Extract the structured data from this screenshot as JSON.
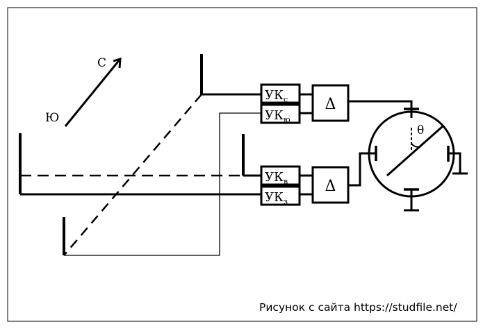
{
  "compass": {
    "north": "С",
    "south": "Ю"
  },
  "blocks": {
    "uk_north": {
      "base": "УК",
      "sub": "с"
    },
    "uk_south": {
      "base": "УК",
      "sub": "ю"
    },
    "uk_east": {
      "base": "УК",
      "sub": "в"
    },
    "uk_west": {
      "base": "УК",
      "sub": "з"
    },
    "diff_top": "Δ",
    "diff_bottom": "Δ"
  },
  "indicator": {
    "angle_label": "θ"
  },
  "credit": "Рисунок с сайта https://studfile.net/"
}
